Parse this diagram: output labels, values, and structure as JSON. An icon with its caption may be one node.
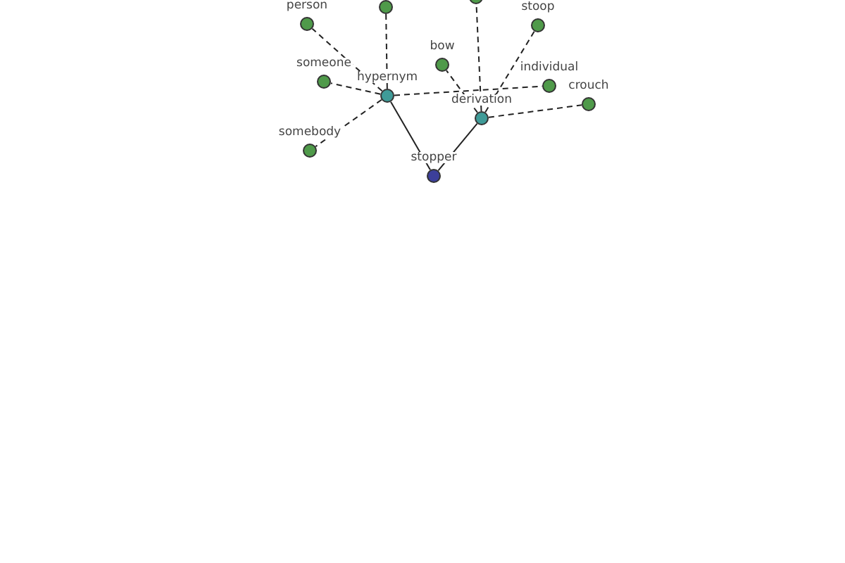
{
  "diagram": {
    "nodes": [
      {
        "text": [],
        "shape": "circle"
      },
      {
        "text": [],
        "shape": "circle"
      },
      {
        "text": [
          "person"
        ]
      },
      {
        "text": [
          "stoop"
        ]
      },
      {
        "text": [
          "bow"
        ]
      },
      {
        "text": [
          "someone"
        ]
      },
      {
        "text": [
          "individual"
        ]
      },
      {
        "text": [
          "hypernym"
        ]
      },
      {
        "text": [
          "derivation"
        ]
      },
      {
        "text": [
          "crouch"
        ]
      },
      {
        "text": [
          "somebody"
        ]
      },
      {
        "text": [
          "stopper"
        ]
      }
    ],
    "edges": [
      {
        "from": 11,
        "to": 7,
        "arrow": "none"
      },
      {
        "from": 11,
        "to": 8,
        "arrow": "none"
      },
      {
        "from": 7,
        "to": 2,
        "arrow": "none",
        "style": "dashed"
      },
      {
        "from": 7,
        "to": 1,
        "arrow": "none",
        "style": "dashed"
      },
      {
        "from": 7,
        "to": 5,
        "arrow": "none",
        "style": "dashed"
      },
      {
        "from": 7,
        "to": 10,
        "arrow": "none",
        "style": "dashed"
      },
      {
        "from": 7,
        "to": 6,
        "arrow": "none",
        "style": "dashed"
      },
      {
        "from": 8,
        "to": 0,
        "arrow": "none",
        "style": "dashed"
      },
      {
        "from": 8,
        "to": 3,
        "arrow": "none",
        "style": "dashed"
      },
      {
        "from": 8,
        "to": 4,
        "arrow": "none",
        "style": "dashed"
      },
      {
        "from": 8,
        "to": 9,
        "arrow": "none",
        "style": "dashed"
      }
    ]
  }
}
